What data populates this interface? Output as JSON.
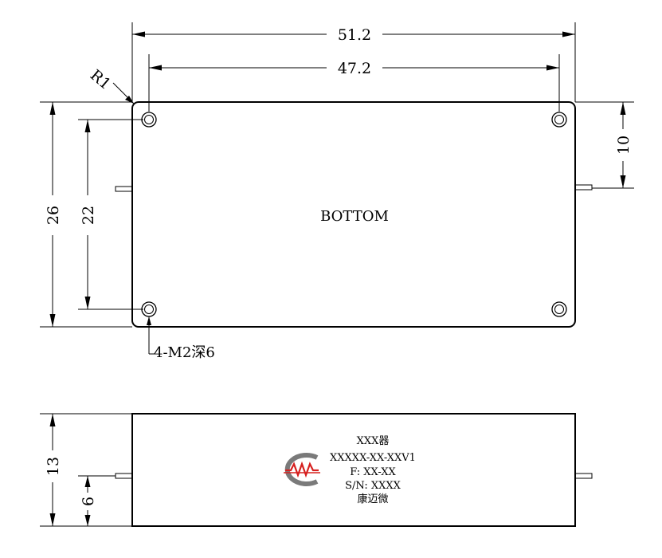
{
  "top_view": {
    "label": "BOTTOM",
    "dim_outer_width": "51.2",
    "dim_hole_pitch_x": "47.2",
    "dim_outer_height": "26",
    "dim_hole_pitch_y": "22",
    "dim_pin_offset": "10",
    "corner_radius": "R1",
    "hole_callout": "4-M2深6"
  },
  "side_view": {
    "dim_height": "13",
    "dim_pin_height": "6",
    "logo_name": "cmw-logo",
    "label_lines": [
      "XXX器",
      "XXXXX-XX-XXV1",
      "F: XX-XX",
      "S/N: XXXX",
      "康迈微"
    ],
    "logo_color": "#d6201f",
    "logo_ring_color": "#7a7a7a"
  }
}
